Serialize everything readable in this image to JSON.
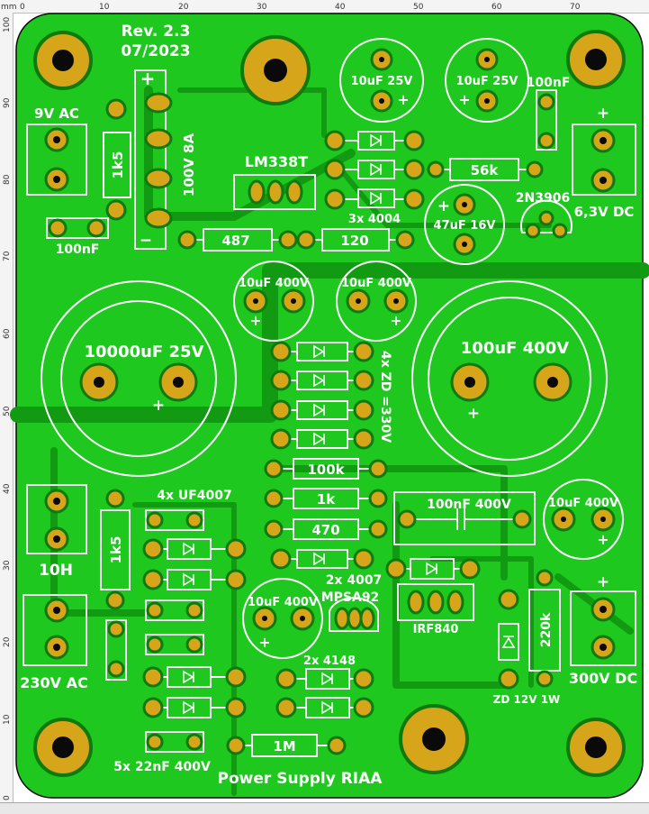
{
  "colors": {
    "board": "#1ec81e",
    "copper_dark": "#129a12",
    "silk": "#ffffff",
    "pad": "#d6a51a",
    "pad_ring": "#0e7a0e",
    "hole": "#0a0a0a"
  },
  "ruler": {
    "unit": "mm",
    "top_ticks": [
      "0",
      "10",
      "20",
      "30",
      "40",
      "50",
      "60",
      "70"
    ],
    "left_ticks": [
      "100",
      "90",
      "80",
      "70",
      "60",
      "50",
      "40",
      "30",
      "20",
      "10",
      "0"
    ]
  },
  "board": {
    "revision": "Rev. 2.3",
    "date": "07/2023",
    "title": "Power Supply RIAA"
  },
  "labels": {
    "ac9v": "9V AC",
    "r1k5_top": "1k5",
    "cap100nf_a": "100nF",
    "cap100nf_b": "100nF",
    "plus": "+",
    "minus": "−",
    "bridge": "100V 8A",
    "lm338t": "LM338T",
    "r487": "487",
    "r120": "120",
    "c10uf_a": "10uF 25V",
    "c10uf_b": "10uF 25V",
    "d4004_note": "3x 4004",
    "r56k": "56k",
    "c47uf": "47uF 16V",
    "q2n3906": "2N3906",
    "out63v": "6,3V DC",
    "c10000uf": "10000uF 25V",
    "c100uf400v": "100uF 400V",
    "c10uf400_a": "10uF 400V",
    "c10uf400_b": "10uF 400V",
    "zd_note": "4x ZD =330V",
    "r100k": "100k",
    "r1k": "1k",
    "r470": "470",
    "uf4007_note": "4x UF4007",
    "choke": "10H",
    "r1k5_bot": "1k5",
    "ac230v": "230V AC",
    "c100nf400v": "100nF 400V",
    "c10uf400_c": "10uF 400V",
    "d4007_note": "2x 4007",
    "mpsa92": "MPSA92",
    "irf840": "IRF840",
    "r220k": "220k",
    "out300v": "300V DC",
    "c10uf400_d": "10uF 400V",
    "d4148_note": "2x 4148",
    "zd12v": "ZD 12V 1W",
    "c22nf_note": "5x 22nF 400V",
    "r1m": "1M"
  }
}
